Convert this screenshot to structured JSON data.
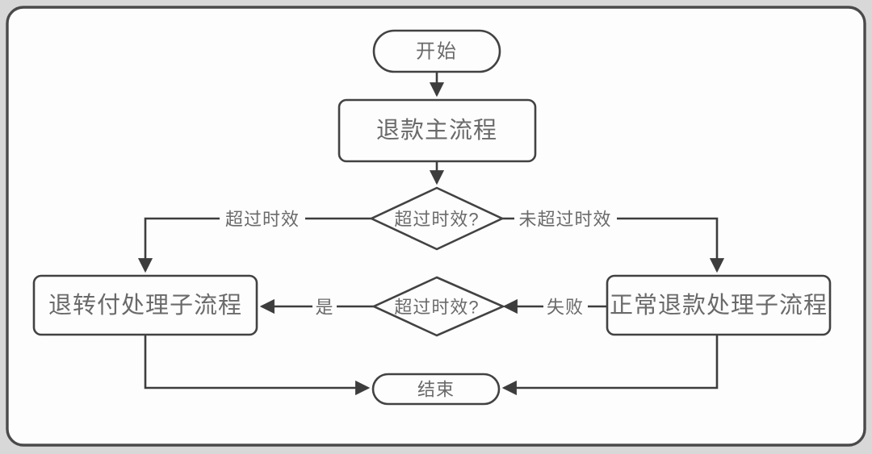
{
  "diagram": {
    "type": "flowchart",
    "nodes": [
      {
        "id": "start",
        "shape": "terminator",
        "label": "开始"
      },
      {
        "id": "refund-main-process",
        "shape": "process",
        "label": "退款主流程"
      },
      {
        "id": "decision-timeout-1",
        "shape": "decision",
        "label": "超过时效?"
      },
      {
        "id": "refund-transfer-subprocess",
        "shape": "process",
        "label": "退转付处理子流程"
      },
      {
        "id": "decision-timeout-2",
        "shape": "decision",
        "label": "超过时效?"
      },
      {
        "id": "normal-refund-subprocess",
        "shape": "process",
        "label": "正常退款处理子流程"
      },
      {
        "id": "end",
        "shape": "terminator",
        "label": "结束"
      }
    ],
    "edges": [
      {
        "from": "start",
        "to": "refund-main-process",
        "label": ""
      },
      {
        "from": "refund-main-process",
        "to": "decision-timeout-1",
        "label": ""
      },
      {
        "from": "decision-timeout-1",
        "to": "refund-transfer-subprocess",
        "label": "超过时效"
      },
      {
        "from": "decision-timeout-1",
        "to": "normal-refund-subprocess",
        "label": "未超过时效"
      },
      {
        "from": "normal-refund-subprocess",
        "to": "decision-timeout-2",
        "label": "失败"
      },
      {
        "from": "decision-timeout-2",
        "to": "refund-transfer-subprocess",
        "label": "是"
      },
      {
        "from": "refund-transfer-subprocess",
        "to": "end",
        "label": ""
      },
      {
        "from": "normal-refund-subprocess",
        "to": "end",
        "label": ""
      }
    ],
    "colors": {
      "line": "#3d3d3d",
      "node_border": "#424242",
      "text": "#6a6a6a",
      "node_fill": "#fdfdfd",
      "outer_background": "#d8d8d8"
    }
  }
}
